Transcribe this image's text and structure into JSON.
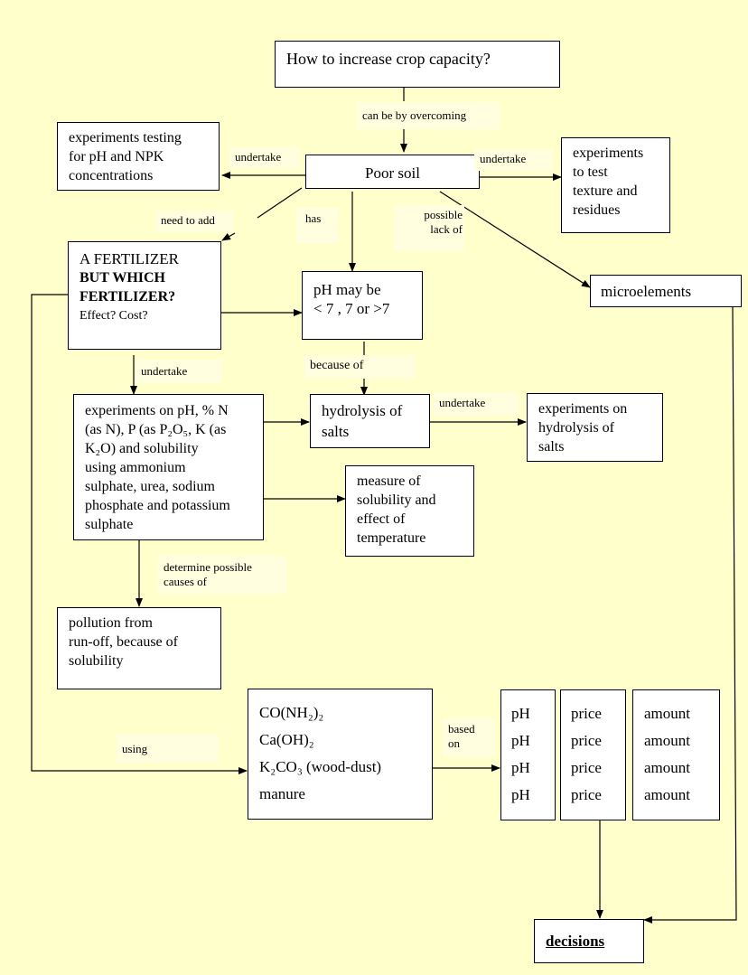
{
  "boxes": {
    "question": "How to increase crop capacity?",
    "poor_soil": "Poor soil",
    "exp_ph_npk": [
      "experiments testing",
      "for pH and NPK",
      "concentrations"
    ],
    "exp_texture": [
      "experiments",
      "to test",
      "texture and",
      "residues"
    ],
    "fertilizer": {
      "title": "A FERTILIZER",
      "bold1": "BUT WHICH",
      "bold2": "FERTILIZER?",
      "small": "Effect? Cost?"
    },
    "ph_may_be": [
      "pH may be",
      "< 7 , 7 or >7"
    ],
    "microelements": "microelements",
    "experiments_main": [
      "experiments on pH, % N",
      "(as N), P (as P₂O₅, K (as",
      "K₂O) and solubility",
      "using ammonium",
      "sulphate, urea, sodium",
      "phosphate and potassium",
      "sulphate"
    ],
    "hydrolysis": [
      "hydrolysis of",
      "salts"
    ],
    "exp_hydrolysis": [
      "experiments on",
      "hydrolysis of",
      "salts"
    ],
    "measure_solubility": [
      "measure of",
      "solubility and",
      "effect of",
      "temperature"
    ],
    "pollution": [
      "pollution from",
      "run-off, because of",
      "solubility"
    ],
    "compounds": [
      "CO(NH₂)₂",
      "Ca(OH)₂",
      "K₂CO₃ (wood-dust)",
      "manure"
    ],
    "ph_col": [
      "pH",
      "pH",
      "pH",
      "pH"
    ],
    "price_col": [
      "price",
      "price",
      "price",
      "price"
    ],
    "amount_col": [
      "amount",
      "amount",
      "amount",
      "amount"
    ],
    "decisions": "decisions"
  },
  "labels": {
    "can_be_by_overcoming": "can be by overcoming",
    "undertake_left": "undertake",
    "undertake_right": "undertake",
    "need_to_add": "need to add",
    "has": "has",
    "possible_lack_of": [
      "possible",
      "lack of"
    ],
    "undertake_fert": "undertake",
    "because_of": "because of",
    "undertake_hydro": "undertake",
    "determine": [
      "determine possible",
      "causes of"
    ],
    "using": "using",
    "based_on": [
      "based",
      "on"
    ]
  }
}
